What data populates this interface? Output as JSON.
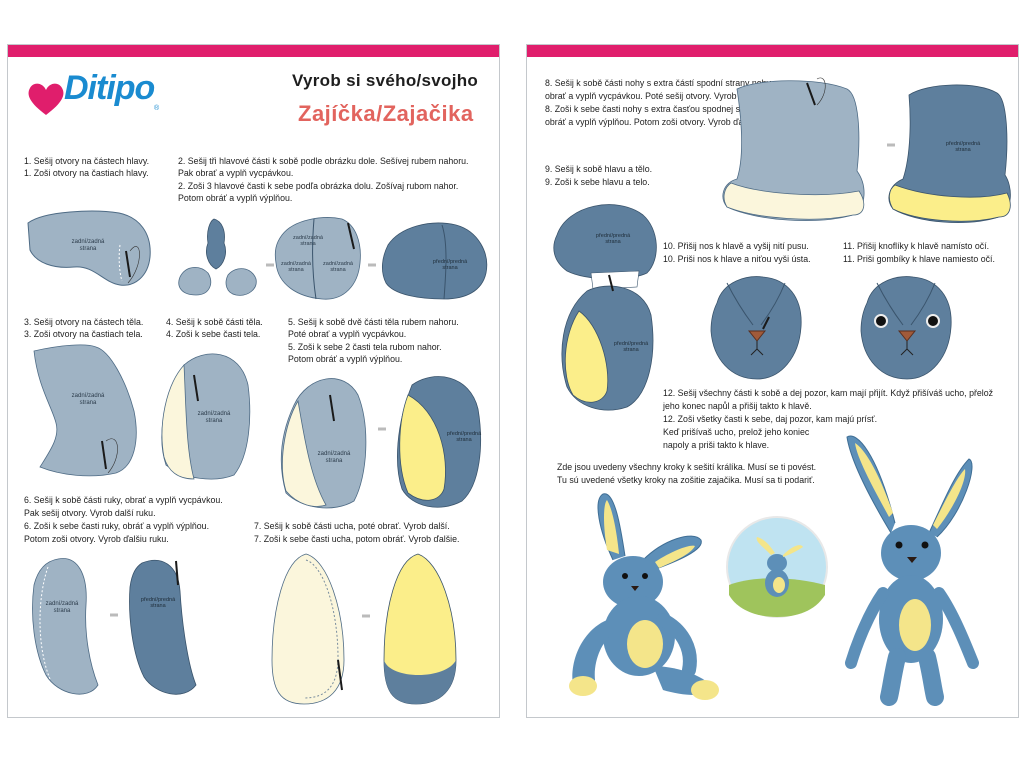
{
  "brand": {
    "logo_text": "Ditipo",
    "registered": "®"
  },
  "title": {
    "line1": "Vyrob si svého/svojho",
    "line2": "Zajíčka/Zajačika"
  },
  "colors": {
    "accent_bar": "#e01e6c",
    "fabric_blue": "#5e7f9d",
    "fabric_light": "#9fb3c4",
    "fabric_inner": "#fbf6dc",
    "yellow": "#fbee8a",
    "title_red": "#e2645e"
  },
  "labels": {
    "back_side": [
      "zadní/zadná",
      "strana"
    ],
    "front_side": [
      "přední/predná",
      "strana"
    ]
  },
  "steps": {
    "s1": [
      "1. Sešij otvory na částech hlavy.",
      "1. Zoši otvory na častiach hlavy."
    ],
    "s2": [
      "2. Sešij tři hlavové části k sobě podle obrázku dole. Sešívej rubem nahoru.",
      "Pak obrať a vyplň vycpávkou.",
      "2. Zoši 3 hlavové časti k sebe podľa obrázka dolu. Zošívaj rubom nahor.",
      "Potom obráť a vyplň výplňou."
    ],
    "s3": [
      "3. Sešij otvory na částech těla.",
      "3. Zoši otvory na častiach tela."
    ],
    "s4": [
      "4. Sešij k sobě části těla.",
      "4. Zoši k sebe časti tela."
    ],
    "s5": [
      "5. Sešij k sobě dvě části těla rubem nahoru.",
      "Poté obrať a vyplň vycpávkou.",
      "5. Zoši k sebe 2 časti tela rubom nahor.",
      "Potom obráť a vyplň výplňou."
    ],
    "s6": [
      "6. Sešij k sobě části ruky, obrať a vyplň vycpávkou.",
      "Pak sešij otvory. Vyrob další ruku.",
      "6. Zoši k sebe časti ruky, obráť a vyplň výplňou.",
      "Potom zoši otvory. Vyrob ďalšiu ruku."
    ],
    "s7": [
      "7. Sešij k sobě části ucha, poté obrať. Vyrob další.",
      "7. Zoši k sebe časti ucha, potom obráť. Vyrob ďalšie."
    ],
    "s8": [
      "8. Sešij k sobě části nohy s extra částí spodní strany nohy,",
      "obrať a vyplň vycpávkou. Poté sešij otvory. Vyrob další.",
      "8. Zoši k sebe časti nohy s extra časťou spodnej strany nohy,",
      "obráť a vyplň výplňou. Potom zoši otvory. Vyrob ďalšie."
    ],
    "s9": [
      "9. Sešij k sobě hlavu a tělo.",
      "9. Zoši k sebe hlavu a telo."
    ],
    "s10": [
      "10. Přišij nos k hlavě a vyšij nití pusu.",
      "10. Priši nos k hlave a niťou vyši ústa."
    ],
    "s11": [
      "11. Přišij knoflíky k hlavě namísto očí.",
      "11. Priši gombíky k hlave namiesto očí."
    ],
    "s12": [
      "12. Sešij všechny části k sobě a dej pozor, kam mají přijít. Když přišíváš ucho, přelož",
      "jeho konec napůl a přišij takto k hlavě.",
      "12. Zoši všetky časti k sebe, daj pozor, kam majú prísť.",
      "Keď prišívaš ucho, prelož jeho koniec",
      "napoly a priši takto k hlave."
    ],
    "final": [
      "Zde jsou uvedeny všechny kroky k sešití králíka. Musí se ti povést.",
      "Tu sú uvedené všetky kroky na zošitie zajačika. Musí sa ti podariť."
    ]
  }
}
